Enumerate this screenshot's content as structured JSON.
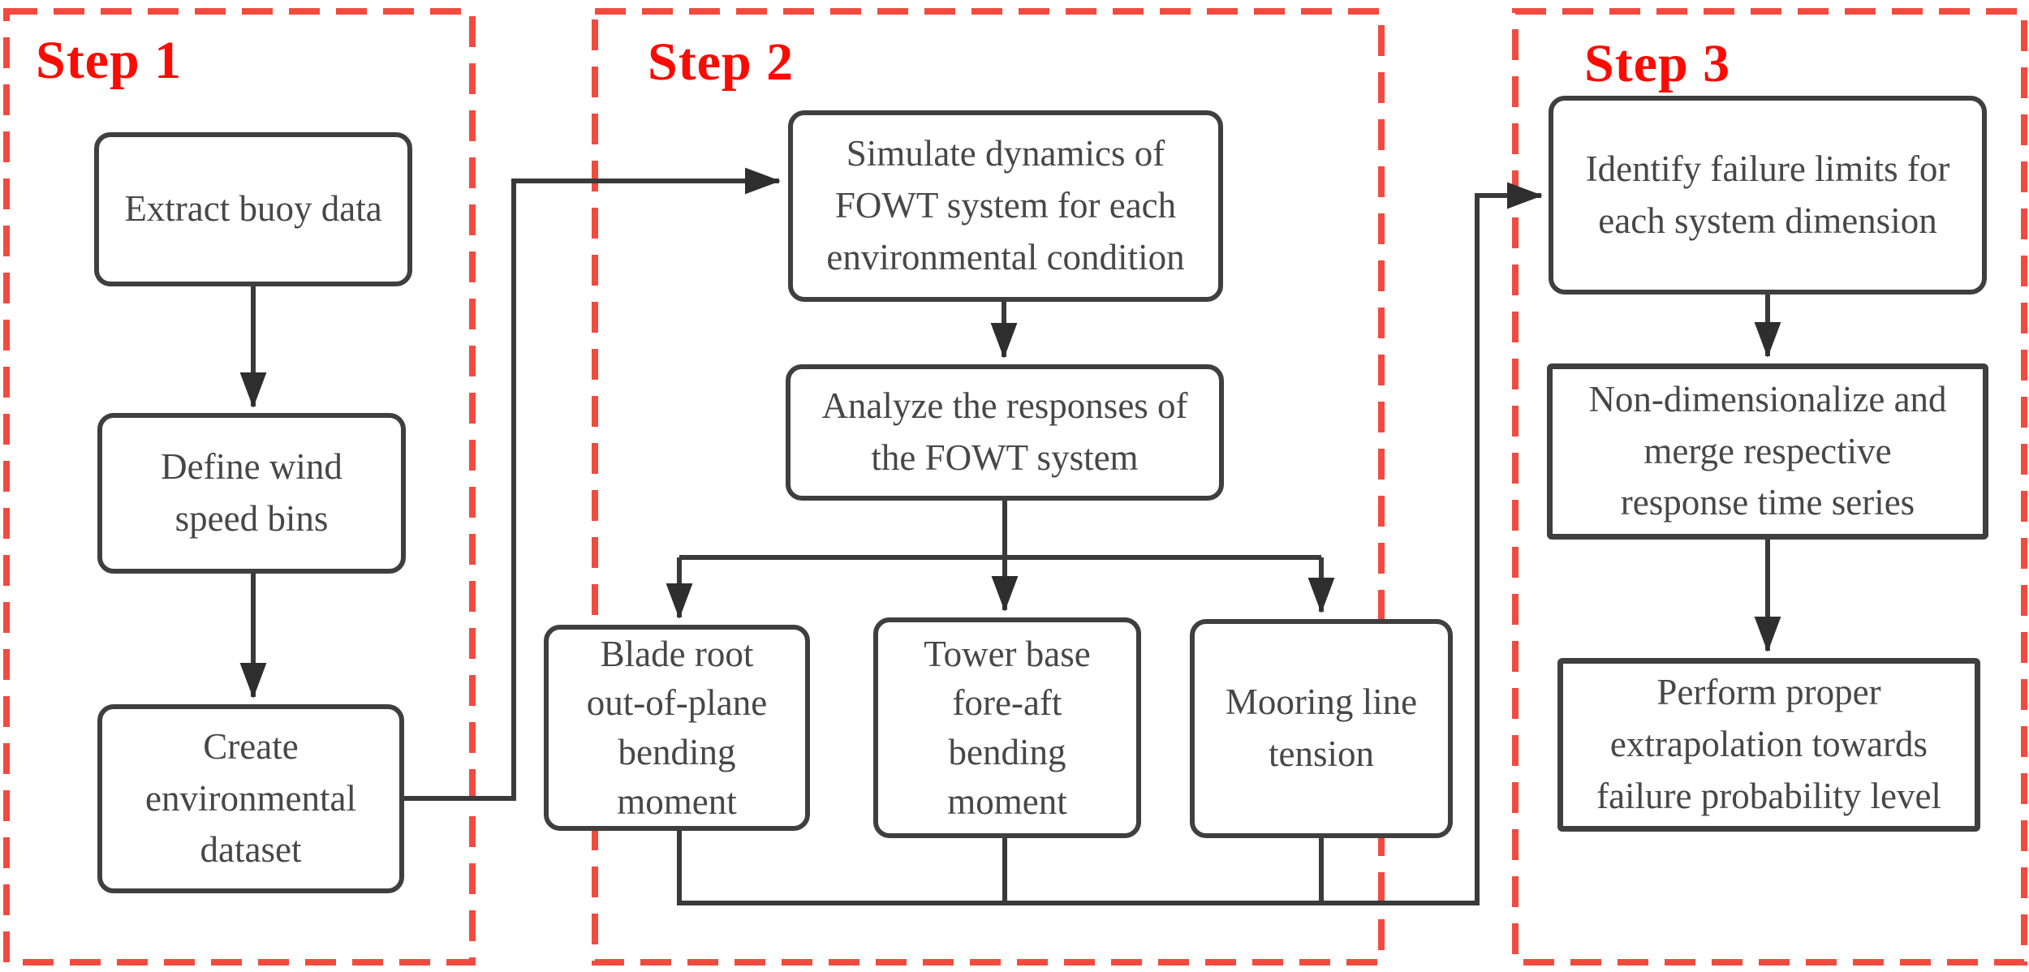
{
  "figure": {
    "description": "Three-step methodology flowchart for FOWT system response analysis",
    "colors": {
      "step_label_red": "#fb0b02",
      "dashed_boundary_red": "#f14b40",
      "box_border_gray": "#3f3f3f",
      "connector_gray": "#3a3a3a",
      "text_gray": "#474747",
      "background": "#ffffff"
    },
    "steps": {
      "step1": {
        "label": "Step 1"
      },
      "step2": {
        "label": "Step 2"
      },
      "step3": {
        "label": "Step 3"
      }
    },
    "nodes": {
      "extract": {
        "text": "Extract buoy data"
      },
      "define": {
        "text": "Define wind\nspeed bins"
      },
      "create": {
        "text": "Create\nenvironmental\ndataset"
      },
      "simulate": {
        "text": "Simulate dynamics of\nFOWT system for each\nenvironmental condition"
      },
      "analyze": {
        "text": "Analyze the responses of\nthe FOWT system"
      },
      "blade": {
        "text": "Blade root\nout-of-plane\nbending\nmoment"
      },
      "tower": {
        "text": "Tower base\nfore-aft\nbending\nmoment"
      },
      "mooring": {
        "text": "Mooring line\ntension"
      },
      "identify": {
        "text": "Identify failure limits for\neach system dimension"
      },
      "nondim": {
        "text": "Non-dimensionalize and\nmerge respective\nresponse time series"
      },
      "perform": {
        "text": "Perform proper\nextrapolation towards\nfailure probability level"
      }
    }
  }
}
